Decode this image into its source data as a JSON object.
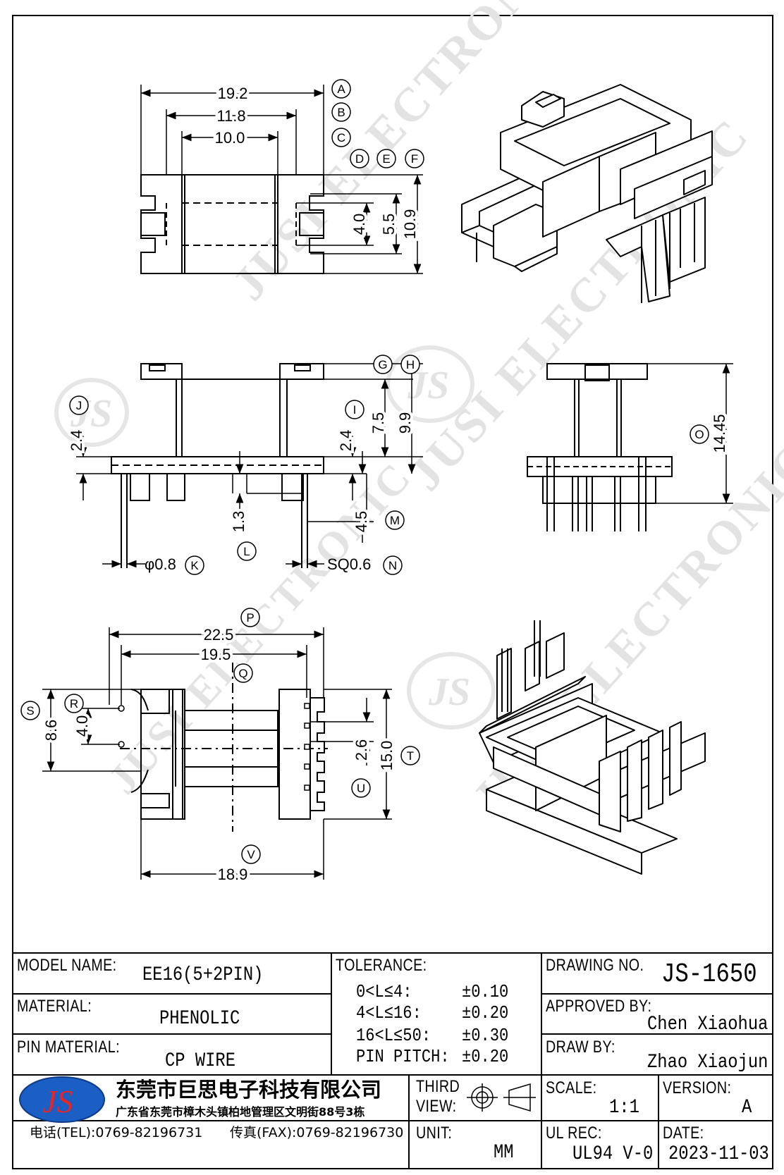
{
  "views": {
    "top": {
      "dims": {
        "d1": "19.2",
        "d2": "11.8",
        "d3": "10.0",
        "d4": "4.0",
        "d5": "5.5",
        "d6": "10.9"
      },
      "tags": {
        "t1": "A",
        "t2": "B",
        "t3": "C",
        "t4": "D",
        "t5": "E",
        "t6": "F"
      }
    },
    "side": {
      "dims": {
        "d1": "2.4",
        "d2": "2.4",
        "d3": "7.5",
        "d4": "9.9",
        "d5": "1.3",
        "d6": "4.5",
        "d7": "φ0.8",
        "d8": "SQ0.6"
      },
      "tags": {
        "g": "G",
        "h": "H",
        "i": "I",
        "j": "J",
        "k": "K",
        "l": "L",
        "m": "M",
        "n": "N"
      }
    },
    "end": {
      "dims": {
        "d1": "14.45"
      },
      "tags": {
        "o": "O"
      }
    },
    "bottom": {
      "dims": {
        "d1": "22.5",
        "d2": "19.5",
        "d3": "8.6",
        "d4": "4.0",
        "d5": "2.6",
        "d6": "15.0",
        "d7": "18.9"
      },
      "tags": {
        "p": "P",
        "q": "Q",
        "r": "R",
        "s": "S",
        "t": "T",
        "u": "U",
        "v": "V"
      }
    }
  },
  "watermark": {
    "text": "JUSI ELECTRONIC",
    "mark": "JS"
  },
  "title_block": {
    "model_name_label": "MODEL NAME:",
    "model_name_value": "EE16(5+2PIN)",
    "material_label": "MATERIAL:",
    "material_value": "PHENOLIC",
    "pin_material_label": "PIN MATERIAL:",
    "pin_material_value": "CP WIRE",
    "tolerance_label": "TOLERANCE:",
    "tolerance_rows": [
      {
        "range": "0<L≤4:",
        "value": "±0.10"
      },
      {
        "range": "4<L≤16:",
        "value": "±0.20"
      },
      {
        "range": "16<L≤50:",
        "value": "±0.30"
      },
      {
        "range": "PIN PITCH:",
        "value": "±0.20"
      }
    ],
    "drawing_no_label": "DRAWING NO.",
    "drawing_no_value": "JS-1650",
    "approved_by_label": "APPROVED BY:",
    "approved_by_value": "Chen Xiaohua",
    "draw_by_label": "DRAW BY:",
    "draw_by_value": "Zhao Xiaojun",
    "company_logo_text": "JS",
    "company_name": "东莞市巨思电子科技有限公司",
    "company_address": "广东省东莞市樟木头镇柏地管理区文明街88号3栋",
    "phone": "电话(TEL):0769-82196731",
    "fax": "传真(FAX):0769-82196730",
    "third_view_label_1": "THIRD",
    "third_view_label_2": "VIEW:",
    "unit_label": "UNIT:",
    "unit_value": "MM",
    "scale_label": "SCALE:",
    "scale_value": "1:1",
    "version_label": "VERSION:",
    "version_value": "A",
    "ul_rec_label": "UL REC:",
    "ul_rec_value": "UL94 V-0",
    "date_label": "DATE:",
    "date_value": "2023-11-03"
  }
}
